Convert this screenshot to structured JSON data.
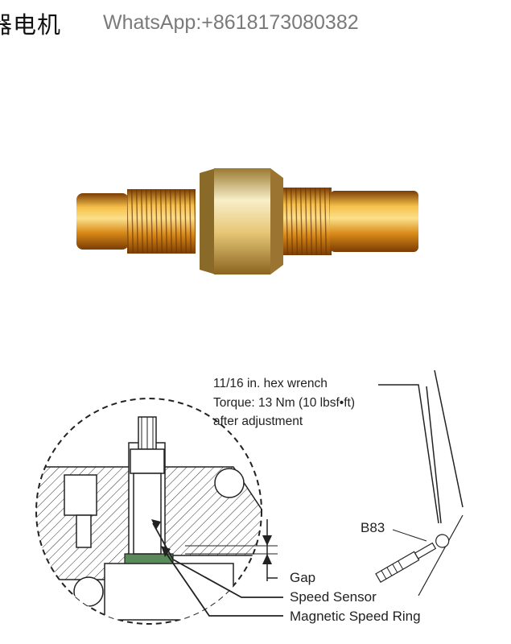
{
  "header": {
    "brand_text": "器电机",
    "whatsapp": "WhatsApp:+8618173080382"
  },
  "diagram": {
    "notes": [
      "11/16 in. hex wrench",
      "Torque:  13 Nm (10 lbsf•ft)",
      "after adjustment"
    ],
    "part_code": "B83",
    "callouts": [
      "Gap",
      "Speed Sensor",
      "Magnetic Speed Ring"
    ]
  },
  "colors": {
    "brass_light": "#f2b23a",
    "brass_dark": "#a85a08",
    "line": "#222222"
  }
}
